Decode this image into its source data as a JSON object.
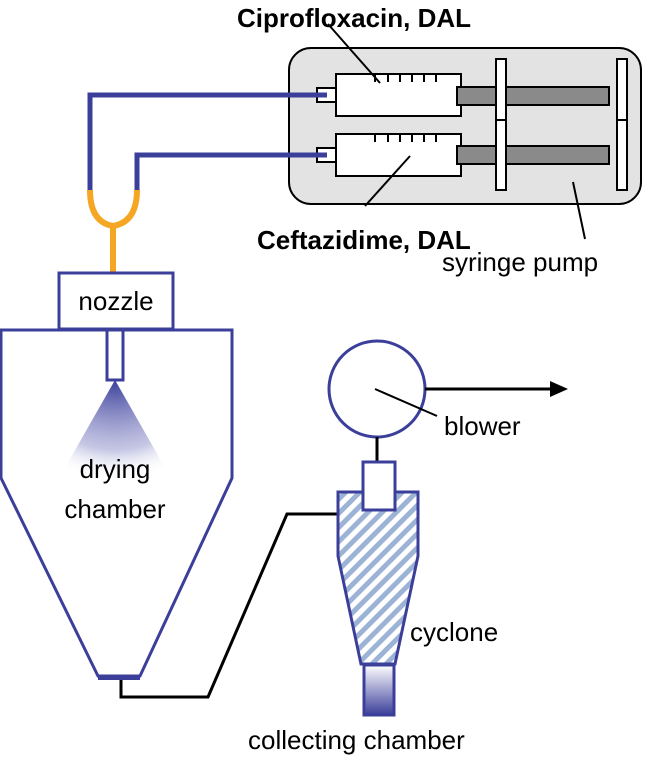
{
  "labels": {
    "cipro": "Ciprofloxacin, DAL",
    "ceftaz": "Ceftazidime, DAL",
    "pump": "syringe pump",
    "nozzle": "nozzle",
    "drying_line1": "drying",
    "drying_line2": "chamber",
    "blower": "blower",
    "cyclone": "cyclone",
    "collecting": "collecting chamber"
  },
  "colors": {
    "equipment": "#3b3f9a",
    "tubing_orange": "#f5a623",
    "pump_bg": "#e3e3e3",
    "plunger": "#8a8a8a",
    "outline": "#000000"
  }
}
